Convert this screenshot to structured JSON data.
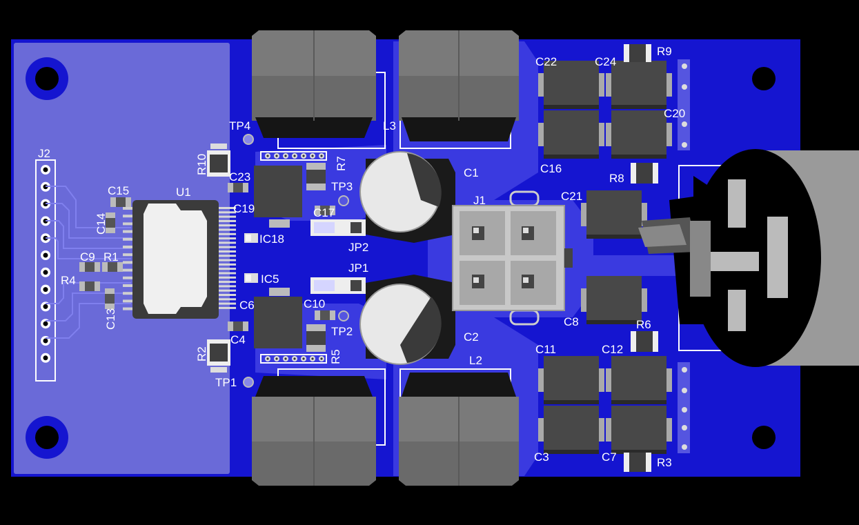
{
  "board": {
    "colors": {
      "background": "#000000",
      "board": "#1515d0",
      "zone": "#6a6ad8",
      "trace": "#3a3ae0",
      "copper_light": "#5555e0",
      "silkscreen": "#ffffff",
      "component_dark": "#4a4a4a",
      "component_mid": "#7a7a7a",
      "component_light": "#b0b0b0",
      "pad": "#c8c8c8",
      "connector": "#d0d0d0"
    },
    "labels": {
      "J2": "J2",
      "U1": "U1",
      "C15": "C15",
      "C14": "C14",
      "C9": "C9",
      "R1": "R1",
      "R4": "R4",
      "C13": "C13",
      "R10": "R10",
      "TP4": "TP4",
      "C23": "C23",
      "C19": "C19",
      "IC18": "IC18",
      "IC5": "IC5",
      "C6": "C6",
      "C4": "C4",
      "R2": "R2",
      "TP1": "TP1",
      "R7": "R7",
      "TP3": "TP3",
      "C17": "C17",
      "JP2": "JP2",
      "JP1": "JP1",
      "C10": "C10",
      "TP2": "TP2",
      "R5": "R5",
      "L3": "L3",
      "L2": "L2",
      "C1": "C1",
      "C2": "C2",
      "J1": "J1",
      "C22": "C22",
      "C24": "C24",
      "R9": "R9",
      "C20": "C20",
      "C16": "C16",
      "R8": "R8",
      "C21": "C21",
      "C8": "C8",
      "R6": "R6",
      "C11": "C11",
      "C12": "C12",
      "C3": "C3",
      "C7": "C7",
      "R3": "R3"
    }
  }
}
